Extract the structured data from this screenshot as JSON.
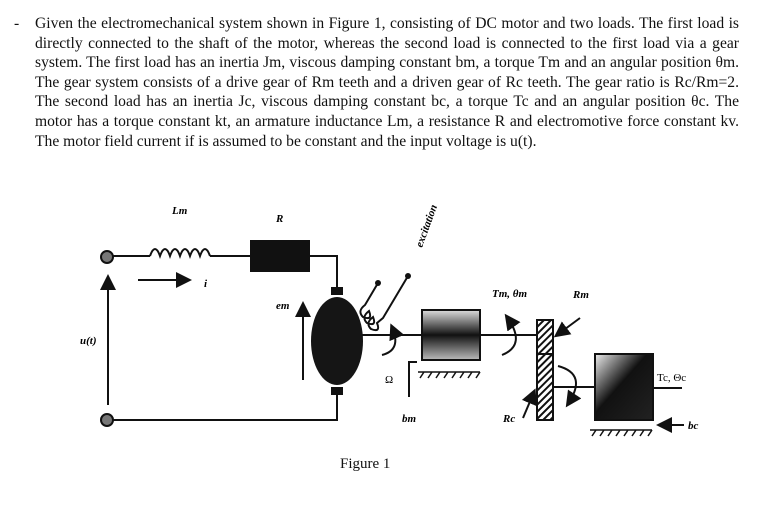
{
  "problem": {
    "bullet": "-",
    "text": "Given the electromechanical system shown in Figure 1, consisting of DC motor and two loads. The first load is directly connected to the shaft of the motor, whereas the second load is connected to the first load via a gear system. The first load has an inertia Jm, viscous damping constant bm, a torque Tm and an angular position θm. The gear system consists of a drive gear of Rm teeth and a driven gear of Rc teeth. The gear ratio is Rc/Rm=2. The second load has an inertia Jc, viscous damping constant bc, a torque Tc and an angular position θc. The motor has a torque constant kt, an armature inductance Lm, a resistance R and electromotive force constant kv. The motor field current if is assumed to be constant and the input voltage is u(t)."
  },
  "figure": {
    "labels": {
      "inductor": "Lm",
      "resistor": "R",
      "current": "i",
      "emf": "em",
      "voltage": "u(t)",
      "excitation": "excitation",
      "speed": "Ω",
      "damping1": "bm",
      "torque1": "Tm, θm",
      "gear_drive": "Rm",
      "gear_driven": "Rc",
      "torque2": "Tc, Θc",
      "damping2": "bc"
    },
    "caption": "Figure 1"
  }
}
